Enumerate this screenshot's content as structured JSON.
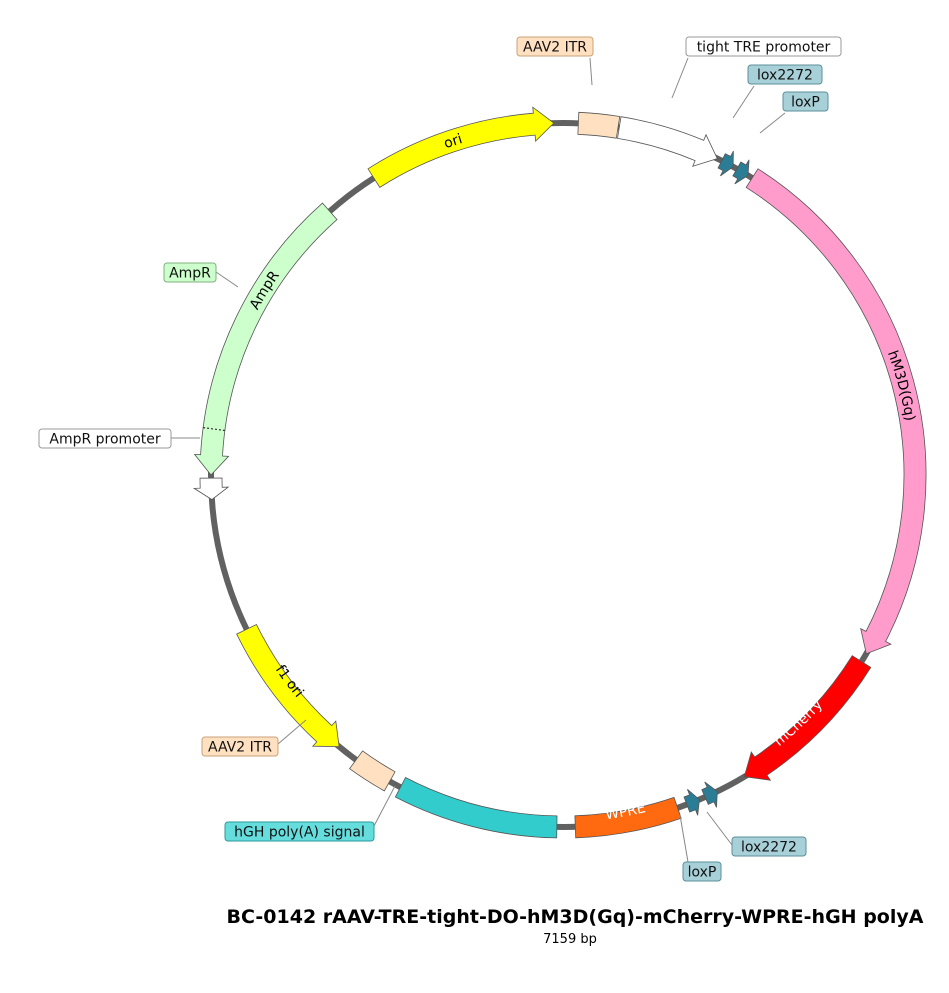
{
  "map": {
    "title": "BC-0142  rAAV-TRE-tight-DO-hM3D(Gq)-mCherry-WPRE-hGH polyA",
    "size_label": "7159 bp",
    "backbone_color": "#616161",
    "features": [
      {
        "id": "aav2-itr-top",
        "label": "AAV2 ITR",
        "type": "box",
        "color": "#ffe0c0"
      },
      {
        "id": "tight-tre-promoter",
        "label": "tight TRE promoter",
        "type": "arrow",
        "color": "#ffffff"
      },
      {
        "id": "lox2272-top",
        "label": "lox2272",
        "type": "small",
        "color": "#2a7d95"
      },
      {
        "id": "loxp-top",
        "label": "loxP",
        "type": "small",
        "color": "#2a7d95"
      },
      {
        "id": "hm3d-gq",
        "label": "hM3D(Gq)",
        "type": "arrow",
        "color": "#ff9ccc"
      },
      {
        "id": "mcherry",
        "label": "mCherry",
        "type": "arrow",
        "color": "#ff0000"
      },
      {
        "id": "lox2272-bottom",
        "label": "lox2272",
        "type": "small",
        "color": "#2a7d95"
      },
      {
        "id": "loxp-bottom",
        "label": "loxP",
        "type": "small",
        "color": "#2a7d95"
      },
      {
        "id": "wpre",
        "label": "WPRE",
        "type": "box",
        "color": "#ff6a10"
      },
      {
        "id": "hgh-polya",
        "label": "hGH poly(A) signal",
        "type": "box",
        "color": "#33cccc"
      },
      {
        "id": "aav2-itr-bottom",
        "label": "AAV2 ITR",
        "type": "box",
        "color": "#ffe0c0"
      },
      {
        "id": "f1-ori",
        "label": "f1 ori",
        "type": "arrow",
        "color": "#ffff00"
      },
      {
        "id": "ampr-promoter",
        "label": "AmpR promoter",
        "type": "arrow",
        "color": "#ffffff"
      },
      {
        "id": "ampr",
        "label": "AmpR",
        "type": "arrow",
        "color": "#ccffcc"
      },
      {
        "id": "ori",
        "label": "ori",
        "type": "arrow",
        "color": "#ffff00"
      }
    ],
    "label_colors": {
      "aav2-itr": "#ffe0c0",
      "lox": "#a8d0d8",
      "ampr": "#ccffcc",
      "hgh": "#66dddd"
    }
  }
}
